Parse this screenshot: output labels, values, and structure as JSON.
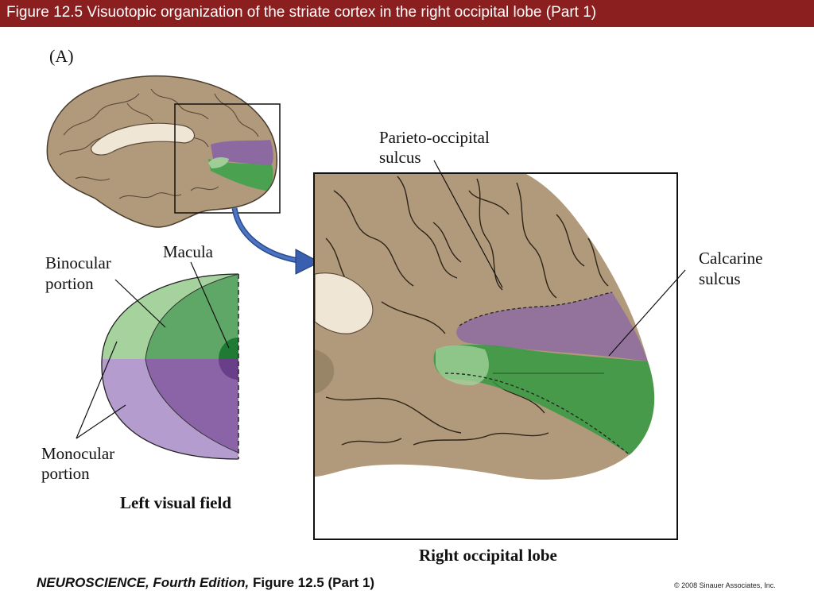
{
  "title": "Figure 12.5  Visuotopic organization of the striate cortex in the right occipital lobe (Part 1)",
  "panel_label": "(A)",
  "labels": {
    "parieto_occipital_1": "Parieto-occipital",
    "parieto_occipital_2": "sulcus",
    "calcarine_1": "Calcarine",
    "calcarine_2": "sulcus",
    "binocular_1": "Binocular",
    "binocular_2": "portion",
    "macula": "Macula",
    "monocular_1": "Monocular",
    "monocular_2": "portion",
    "left_visual_field": "Left visual field",
    "right_occipital_lobe": "Right occipital lobe"
  },
  "footer": {
    "book": "NEUROSCIENCE, Fourth Edition,",
    "figure": " Figure 12.5 (Part 1)",
    "copyright": "© 2008 Sinauer Associates, Inc."
  },
  "colors": {
    "title_bar": "#8b1f1f",
    "brain_tissue": "#b09a7b",
    "purple_lower_field": "#8a64a6",
    "green_upper_field": "#4fa35a",
    "light_purple": "#b59cce",
    "light_green": "#a6d39d"
  }
}
